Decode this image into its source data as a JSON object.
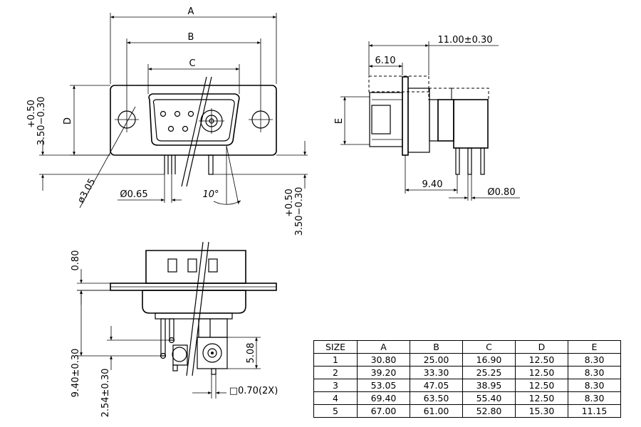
{
  "dims": {
    "a": "A",
    "b": "B",
    "c": "C",
    "d": "D",
    "e": "E",
    "tol_offset": "+0.50",
    "tol_base": "3.50−0.30",
    "hole_dia": "ø3.05",
    "pin_dia": "Ø0.65",
    "angle": "10°",
    "depth": "11.00±0.30",
    "flange_depth": "6.10",
    "pin_offset": "9.40",
    "board_pin_dia": "Ø0.80",
    "front_height": "0.80",
    "row_spacing": "9.40±0.30",
    "pitch": "2.54±0.30",
    "pin_pitch": "5.08",
    "square_pin": "□0.70(2X)"
  },
  "table": {
    "headers": [
      "SIZE",
      "A",
      "B",
      "C",
      "D",
      "E"
    ],
    "rows": [
      [
        "1",
        "30.80",
        "25.00",
        "16.90",
        "12.50",
        "8.30"
      ],
      [
        "2",
        "39.20",
        "33.30",
        "25.25",
        "12.50",
        "8.30"
      ],
      [
        "3",
        "53.05",
        "47.05",
        "38.95",
        "12.50",
        "8.30"
      ],
      [
        "4",
        "69.40",
        "63.50",
        "55.40",
        "12.50",
        "8.30"
      ],
      [
        "5",
        "67.00",
        "61.00",
        "52.80",
        "15.30",
        "11.15"
      ]
    ]
  }
}
